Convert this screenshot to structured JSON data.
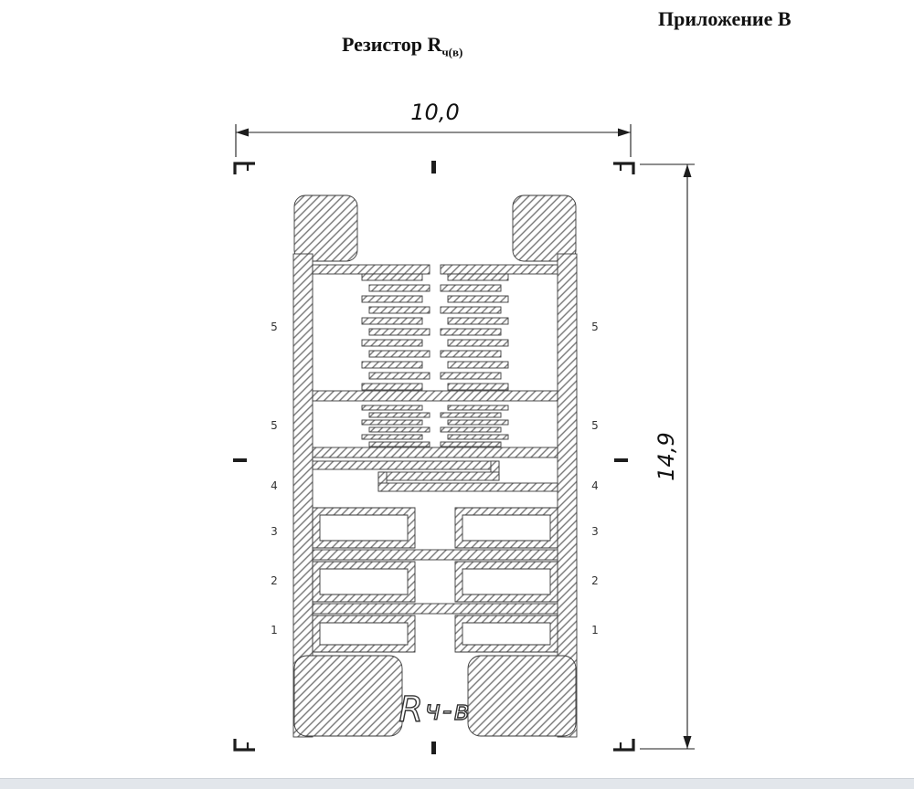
{
  "header": {
    "appendix": "Приложение В",
    "title": "Резистор R",
    "title_subscript": "ч(в)"
  },
  "dimensions": {
    "width": "10,0",
    "height": "14,9"
  },
  "drawing": {
    "label_prefix": "R",
    "label_suffix": "ч-в",
    "marks_left": [
      "5",
      "5",
      "4",
      "3",
      "2",
      "1"
    ],
    "marks_right": [
      "5",
      "5",
      "4",
      "3",
      "2",
      "1"
    ]
  },
  "colors": {
    "line": "#3a3a3a",
    "hatch": "#757575",
    "dimension": "#1d1d1d",
    "footer": "#e2e6eb"
  }
}
